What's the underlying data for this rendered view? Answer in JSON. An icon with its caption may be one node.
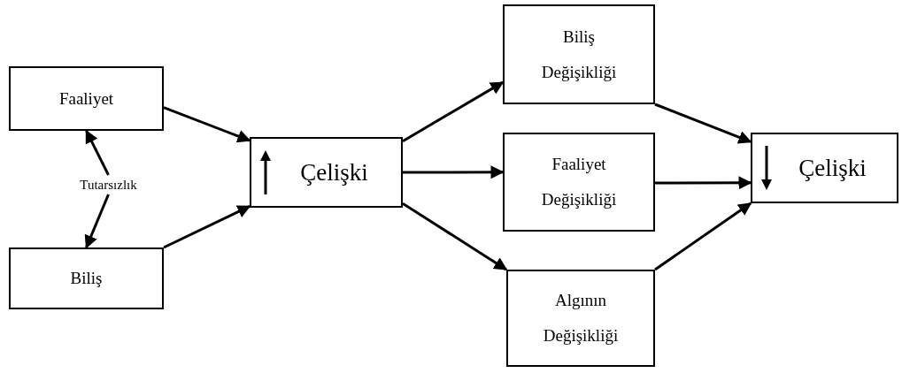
{
  "diagram": {
    "nodes": [
      {
        "text": [
          "Faaliyet"
        ]
      },
      {
        "text": [
          "Tutarsızlık"
        ]
      },
      {
        "text": [
          "Biliş"
        ]
      },
      {
        "text": [
          "Çelişki"
        ]
      },
      {
        "text": [
          "Biliş Değişikliği"
        ]
      },
      {
        "text": [
          "Faaliyet Değişikliği"
        ]
      },
      {
        "text": [
          "Algının Değişikliği"
        ]
      },
      {
        "text": [
          "Çelişki"
        ]
      }
    ],
    "edges": [
      {
        "from": 1,
        "to": 0,
        "arrow": "to"
      },
      {
        "from": 1,
        "to": 2,
        "arrow": "to"
      },
      {
        "from": 0,
        "to": 3,
        "arrow": "to"
      },
      {
        "from": 2,
        "to": 3,
        "arrow": "to"
      },
      {
        "from": 3,
        "to": 4,
        "arrow": "to"
      },
      {
        "from": 3,
        "to": 5,
        "arrow": "to"
      },
      {
        "from": 3,
        "to": 6,
        "arrow": "to"
      },
      {
        "from": 4,
        "to": 7,
        "arrow": "to"
      },
      {
        "from": 5,
        "to": 7,
        "arrow": "to"
      },
      {
        "from": 6,
        "to": 7,
        "arrow": "to"
      }
    ]
  }
}
